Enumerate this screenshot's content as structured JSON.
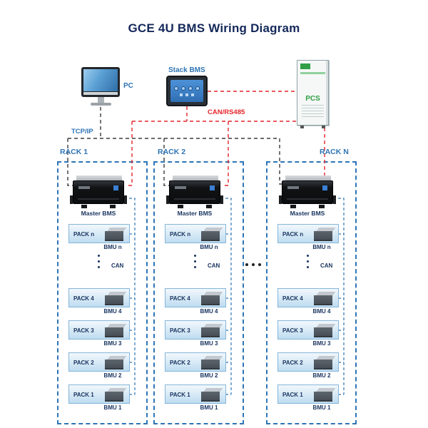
{
  "title": "GCE 4U BMS Wiring Diagram",
  "devices": {
    "pc": "PC",
    "stack_bms": "Stack BMS",
    "pcs": "PCS"
  },
  "buses": {
    "tcpip": "TCP/IP",
    "can_rs485": "CAN/RS485"
  },
  "colors": {
    "accent_blue": "#2E74B5",
    "label_navy": "#17325E",
    "wire_red": "#E4252B",
    "pcs_green": "#2F9E44"
  },
  "racks": [
    {
      "name": "RACK 1",
      "master": "Master BMS",
      "can": "CAN",
      "packs": [
        {
          "pack": "PACK n",
          "bmu": "BMU n"
        },
        {
          "pack": "PACK 4",
          "bmu": "BMU 4"
        },
        {
          "pack": "PACK 3",
          "bmu": "BMU 3"
        },
        {
          "pack": "PACK 2",
          "bmu": "BMU 2"
        },
        {
          "pack": "PACK 1",
          "bmu": "BMU 1"
        }
      ]
    },
    {
      "name": "RACK 2",
      "master": "Master BMS",
      "can": "CAN",
      "packs": [
        {
          "pack": "PACK n",
          "bmu": "BMU n"
        },
        {
          "pack": "PACK 4",
          "bmu": "BMU 4"
        },
        {
          "pack": "PACK 3",
          "bmu": "BMU 3"
        },
        {
          "pack": "PACK 2",
          "bmu": "BMU 2"
        },
        {
          "pack": "PACK 1",
          "bmu": "BMU 1"
        }
      ]
    },
    {
      "name": "RACK N",
      "master": "Master BMS",
      "can": "CAN",
      "packs": [
        {
          "pack": "PACK n",
          "bmu": "BMU n"
        },
        {
          "pack": "PACK 4",
          "bmu": "BMU 4"
        },
        {
          "pack": "PACK 3",
          "bmu": "BMU 3"
        },
        {
          "pack": "PACK 2",
          "bmu": "BMU 2"
        },
        {
          "pack": "PACK 1",
          "bmu": "BMU 1"
        }
      ]
    }
  ]
}
